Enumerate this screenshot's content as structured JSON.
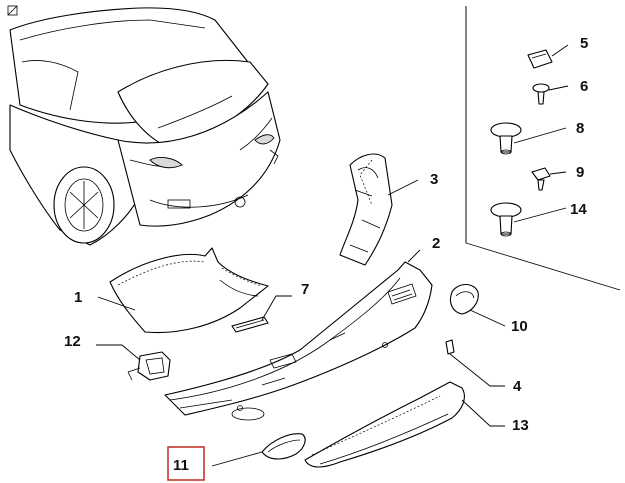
{
  "labels": {
    "p1": "1",
    "p2": "2",
    "p3": "3",
    "p4": "4",
    "p5": "5",
    "p6": "6",
    "p7": "7",
    "p8": "8",
    "p9": "9",
    "p10": "10",
    "p11": "11",
    "p12": "12",
    "p13": "13",
    "p14": "14"
  },
  "colors": {
    "highlight_box": "#c0392b",
    "line": "#000000",
    "background": "#ffffff"
  },
  "highlighted_part": "11"
}
